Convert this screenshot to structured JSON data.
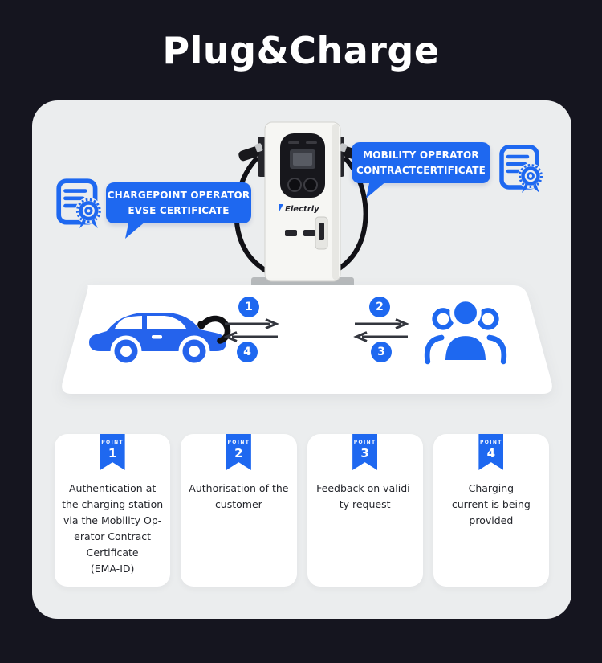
{
  "colors": {
    "background": "#15151f",
    "panel": "#ebedee",
    "accent_blue": "#1e68f0",
    "arrow_dark": "#33363e",
    "card_bg": "#ffffff"
  },
  "title": "Plug&Charge",
  "station": {
    "brand": "Electrly"
  },
  "bubbles": {
    "left": {
      "line1": "CHARGEPOINT OPERATOR",
      "line2": "EVSE CERTIFICATE"
    },
    "right": {
      "line1": "MOBILITY OPERATOR",
      "line2": "CONTRACTCERTIFICATE"
    }
  },
  "flow": {
    "step1": "1",
    "step2": "2",
    "step3": "3",
    "step4": "4"
  },
  "cards": [
    {
      "point_label": "POINT",
      "number": "1",
      "text": "Authentication at\nthe charging station\nvia the Mobility Op-\nerator Contract\nCertificate\n(EMA-ID)"
    },
    {
      "point_label": "POINT",
      "number": "2",
      "text": "Authorisation of the\ncustomer"
    },
    {
      "point_label": "POINT",
      "number": "3",
      "text": "Feedback on validi-\nty request"
    },
    {
      "point_label": "POINT",
      "number": "4",
      "text": "Charging\ncurrent is being\nprovided"
    }
  ]
}
